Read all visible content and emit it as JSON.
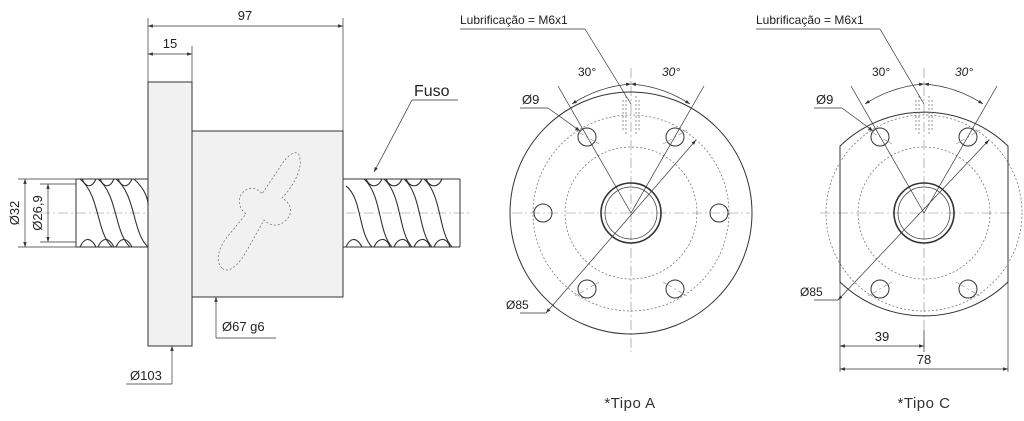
{
  "side_view": {
    "dim_total_length": "97",
    "dim_flange_thickness": "15",
    "dim_outer_diameter": "Ø32",
    "dim_root_diameter": "Ø26,9",
    "dim_body_diameter": "Ø67 g6",
    "dim_flange_diameter": "Ø103",
    "label_screw": "Fuso"
  },
  "view_a": {
    "lubrication": "Lubrificação = M6x1",
    "angle_left": "30°",
    "angle_right": "30°",
    "hole_diameter": "Ø9",
    "bolt_circle": "Ø85",
    "caption": "*Tipo A"
  },
  "view_c": {
    "lubrication": "Lubrificação = M6x1",
    "angle_left": "30°",
    "angle_right": "30°",
    "hole_diameter": "Ø9",
    "bolt_circle": "Ø85",
    "dim_half_width": "39",
    "dim_width": "78",
    "caption": "*Tipo C"
  }
}
